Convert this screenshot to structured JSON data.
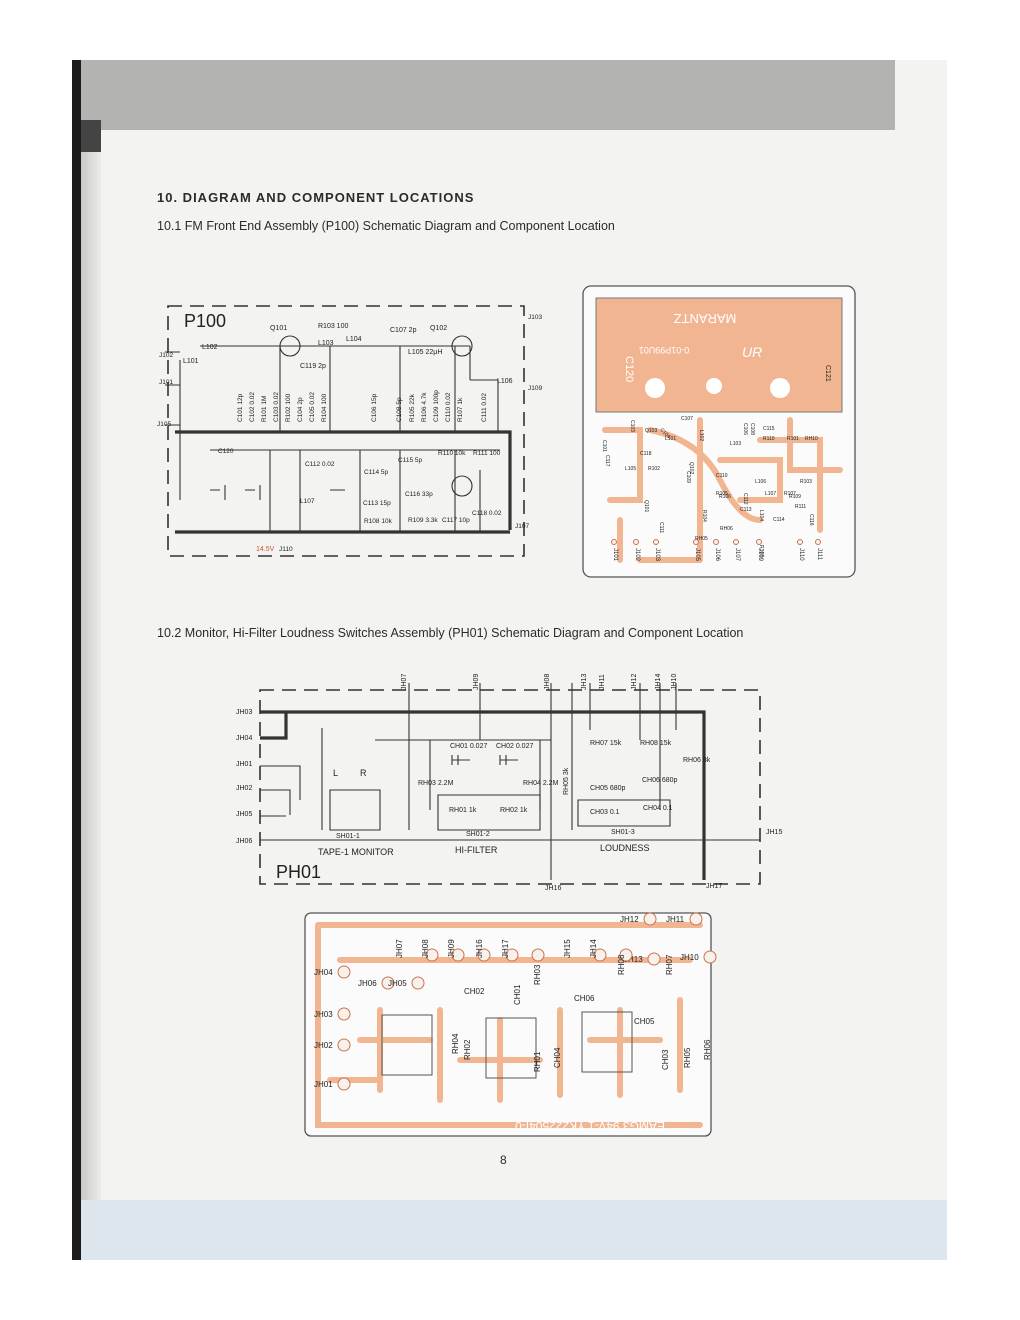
{
  "section_title": "10. DIAGRAM AND COMPONENT LOCATIONS",
  "sub1_title": "10.1  FM Front End Assembly (P100) Schematic Diagram and Component Location",
  "sub2_title": "10.2  Monitor, Hi-Filter Loudness Switches Assembly (PH01) Schematic Diagram and Component Location",
  "page_number": "8",
  "p100": {
    "name": "P100",
    "jacks": [
      "J102",
      "J101",
      "J105",
      "J103",
      "J109",
      "J107",
      "J110"
    ],
    "parts_top": [
      "Q101",
      "R103 100",
      "L103",
      "L104",
      "C107 2p",
      "Q102",
      "L102",
      "L101",
      "C119 2p",
      "L105 22μH",
      "L106"
    ],
    "parts_caps": [
      "C101 12p",
      "C102 0.02",
      "R101 1M",
      "C103 0.02",
      "R102 100",
      "C104 2p",
      "C105 0.02",
      "R104 100",
      "C106 15p",
      "C108 5p",
      "R105 22k",
      "R106 4.7k",
      "C109 100p",
      "C110 0.02",
      "R107 1k",
      "C111 0.02"
    ],
    "parts_bottom": [
      "C120",
      "C112 0.02",
      "C114 5p",
      "C115 5p",
      "R110 10k",
      "R111 100",
      "C116 33p",
      "L107",
      "C113 15p",
      "R108 10k",
      "R109 3.3k",
      "C117 10p",
      "C118 0.02"
    ],
    "voltage": "14.5V"
  },
  "p100_pcb": {
    "brand": "MARANTZ",
    "board_code": "0-01P99U01",
    "marks": [
      "C120",
      "C121",
      "UR"
    ],
    "components": [
      "C101",
      "C103",
      "C104",
      "C106",
      "C107",
      "C108",
      "C109",
      "C110",
      "C111",
      "C112",
      "C113",
      "C114",
      "C115",
      "C116",
      "C117",
      "C118",
      "L101",
      "L102",
      "L103",
      "L104",
      "L105",
      "L106",
      "L107",
      "Q101",
      "Q102",
      "Q103",
      "R101",
      "R102",
      "R103",
      "R104",
      "R105",
      "R106",
      "R107",
      "R108",
      "R109",
      "R110",
      "R111",
      "RH05",
      "RH06",
      "RH10"
    ],
    "jacks": [
      "J101",
      "J102",
      "J103",
      "J105",
      "J106",
      "J107",
      "J109",
      "J110",
      "J111"
    ]
  },
  "ph01": {
    "name": "PH01",
    "top_jacks": [
      "JH07",
      "JH09",
      "JH08",
      "JH13",
      "JH11",
      "JH12",
      "JH14",
      "JH10"
    ],
    "left_jacks": [
      "JH03",
      "JH04",
      "JH01",
      "JH02",
      "JH05",
      "JH06"
    ],
    "other_jacks": [
      "JH15",
      "JH16",
      "JH17"
    ],
    "parts": [
      "CH01 0.027",
      "CH02 0.027",
      "RH03 2.2M",
      "RH04 2.2M",
      "RH01 1k",
      "RH02 1k",
      "RH05 3k",
      "RH07 15k",
      "RH08 15k",
      "RH06 3k",
      "CH05 680p",
      "CH06 680p",
      "CH03 0.1",
      "CH04 0.1"
    ],
    "channel_l": "L",
    "channel_r": "R",
    "switches": [
      "SH01-1",
      "SH01-2",
      "SH01-3"
    ],
    "switch_labels": [
      "TAPE-1 MONITOR",
      "HI-FILTER",
      "LOUDNESS"
    ]
  },
  "ph01_pcb": {
    "board_code": "EAMG3 94V-1 YK222504I-0",
    "jacks": [
      "JH12",
      "JH11",
      "JH10",
      "JH13",
      "JH07",
      "JH08",
      "JH09",
      "JH16",
      "JH17",
      "JH15",
      "JH14",
      "JH04",
      "JH06",
      "JH05",
      "JH03",
      "JH02",
      "JH01"
    ],
    "parts": [
      "RH08",
      "RH07",
      "CH02",
      "CH01",
      "RH03",
      "CH06",
      "CH05",
      "RH04",
      "RH02",
      "RH01",
      "CH04",
      "CH03",
      "RH05",
      "RH06"
    ]
  }
}
